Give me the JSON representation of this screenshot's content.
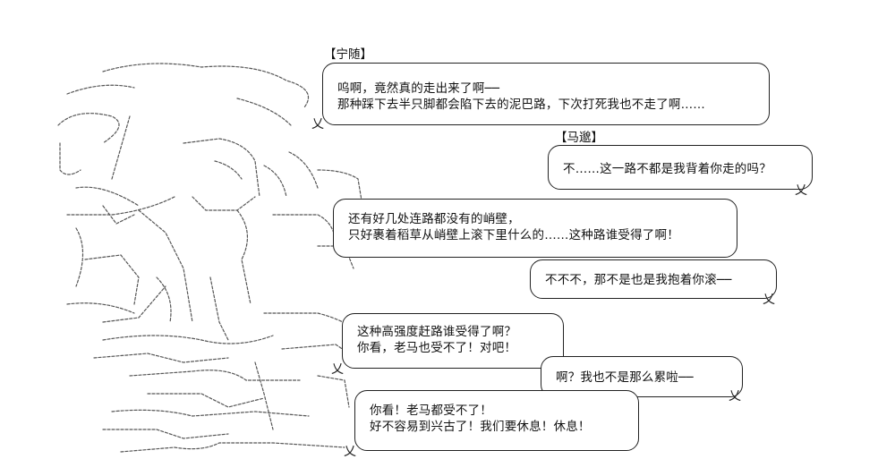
{
  "dialogue": [
    {
      "speaker": "【宁随】",
      "lines": [
        "呜啊，竟然真的走出来了啊──",
        "那种踩下去半只脚都会陷下去的泥巴路，下次打死我也不走了啊……"
      ]
    },
    {
      "speaker": "【马邈】",
      "lines": [
        "不……这一路不都是我背着你走的吗？"
      ]
    },
    {
      "speaker": "",
      "lines": [
        "还有好几处连路都没有的峭壁，",
        "只好裹着稻草从峭壁上滚下里什么的……这种路谁受得了啊！"
      ]
    },
    {
      "speaker": "",
      "lines": [
        "不不不，那不是也是我抱着你滚──"
      ]
    },
    {
      "speaker": "",
      "lines": [
        "这种高强度赶路谁受得了啊？",
        "你看，老马也受不了！对吧！"
      ]
    },
    {
      "speaker": "",
      "lines": [
        "啊？我也不是那么累啦──"
      ]
    },
    {
      "speaker": "",
      "lines": [
        "你看！老马都受不了！",
        "好不容易到兴古了！我们要休息！休息！"
      ]
    }
  ]
}
